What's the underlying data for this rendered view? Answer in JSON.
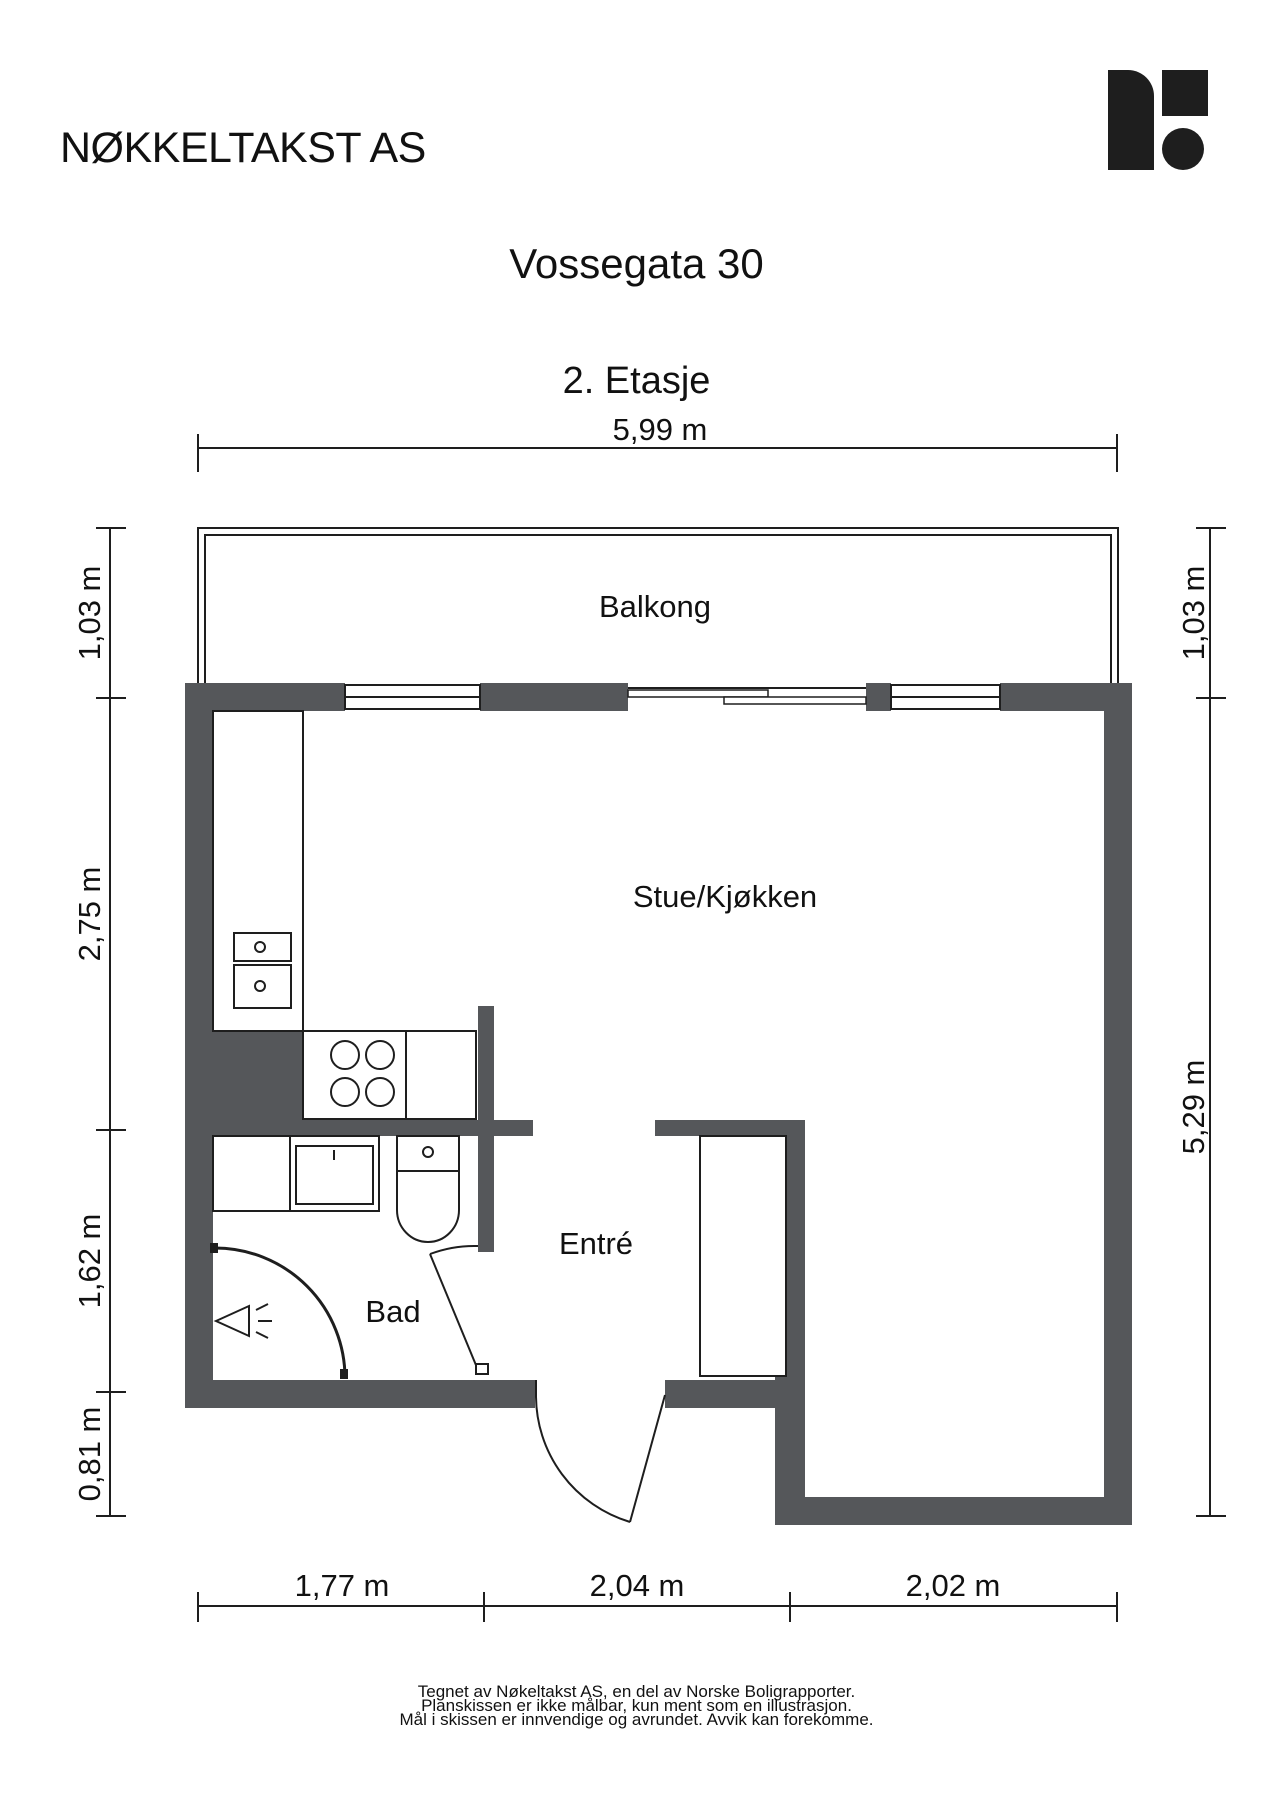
{
  "header": {
    "company": "NØKKELTAKST AS",
    "address": "Vossegata 30",
    "floor": "2. Etasje"
  },
  "logo": {
    "icon": "noekkeltakst-logo-icon",
    "color": "#1e1e1e"
  },
  "colors": {
    "wall": "#55575a",
    "line": "#1e1e1e"
  },
  "dimensions": {
    "top": "5,99 m",
    "left": [
      "1,03 m",
      "2,75 m",
      "1,62 m",
      "0,81 m"
    ],
    "right": [
      "1,03 m",
      "5,29 m"
    ],
    "bottom": [
      "1,77 m",
      "2,04 m",
      "2,02 m"
    ]
  },
  "rooms": {
    "balcony": "Balkong",
    "living": "Stue/Kjøkken",
    "entry": "Entré",
    "bath": "Bad"
  },
  "footer": [
    "Tegnet av Nøkeltakst AS, en del av Norske Boligrapporter.",
    "Planskissen er ikke målbar, kun ment som en illustrasjon.",
    "Mål i skissen er innvendige og avrundet. Avvik kan forekomme."
  ]
}
